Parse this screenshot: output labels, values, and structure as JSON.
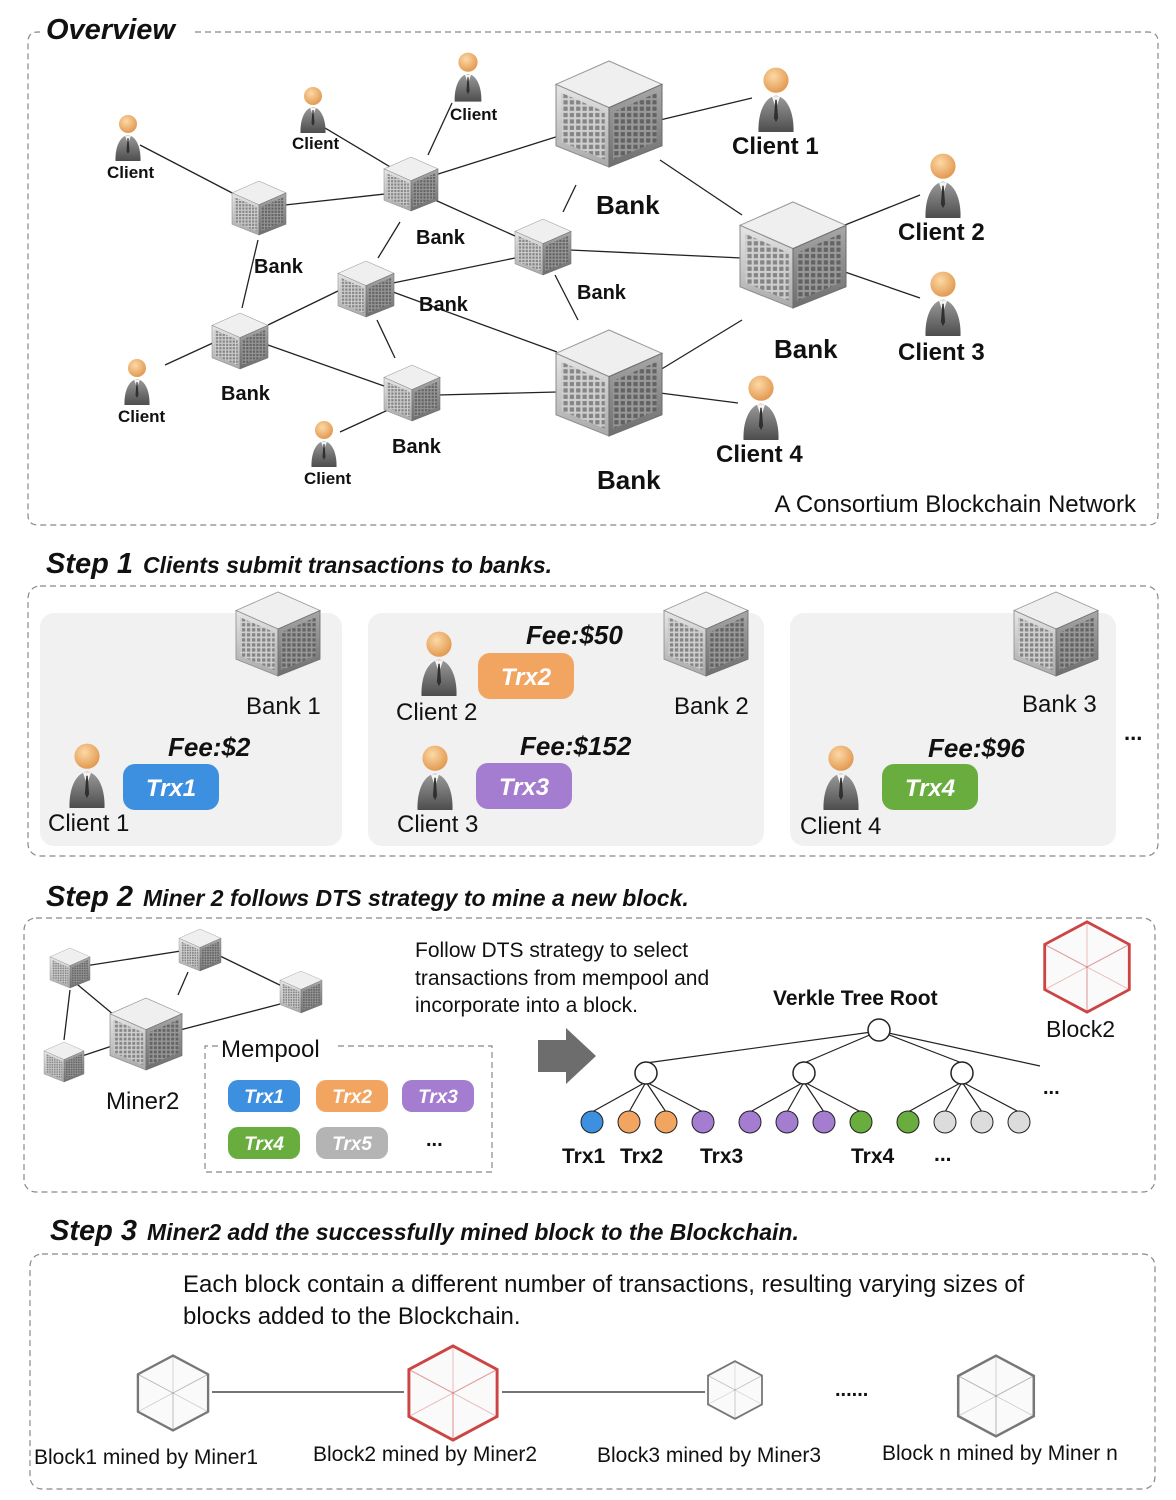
{
  "overview": {
    "title": "Overview",
    "caption": "A Consortium Blockchain Network",
    "bank_label": "Bank",
    "client_label": "Client",
    "client_names": [
      "Client 1",
      "Client 2",
      "Client 3",
      "Client 4"
    ]
  },
  "step1": {
    "step": "Step 1",
    "desc": "Clients submit transactions to banks.",
    "banks": [
      "Bank 1",
      "Bank 2",
      "Bank 3"
    ],
    "clients": [
      "Client 1",
      "Client 2",
      "Client 3",
      "Client 4"
    ],
    "trx": [
      "Trx1",
      "Trx2",
      "Trx3",
      "Trx4"
    ],
    "fees": [
      "Fee:$2",
      "Fee:$50",
      "Fee:$152",
      "Fee:$96"
    ],
    "more": "..."
  },
  "step2": {
    "step": "Step 2",
    "desc": "Miner 2 follows DTS strategy to mine a new block.",
    "miner": "Miner2",
    "mempool_title": "Mempool",
    "mempool_items": [
      "Trx1",
      "Trx2",
      "Trx3",
      "Trx4",
      "Trx5"
    ],
    "more": "...",
    "instruction_lines": [
      "Follow DTS strategy to select",
      "transactions from mempool and",
      "incorporate into a block."
    ],
    "tree_root": "Verkle Tree Root",
    "block_label": "Block2",
    "leaf_labels": [
      "Trx1",
      "Trx2",
      "Trx3",
      "Trx4",
      "..."
    ]
  },
  "step3": {
    "step": "Step 3",
    "desc": "Miner2 add the successfully mined block to the Blockchain.",
    "text_lines": [
      "Each block contain a different number of transactions, resulting varying sizes of",
      "blocks added to the Blockchain."
    ],
    "blocks": [
      "Block1 mined by Miner1",
      "Block2 mined by Miner2",
      "Block3 mined by Miner3",
      "Block n mined by Miner n"
    ],
    "ellipsis": "......"
  },
  "colors": {
    "trx1": "#3d8fe0",
    "trx2": "#f2a561",
    "trx3": "#a47cd0",
    "trx4": "#6aad3f",
    "trx5": "#b4b4b4",
    "block_red": "#cc4444",
    "block_gray": "#777777"
  },
  "icons": [
    "building-icon",
    "person-icon",
    "cube-icon",
    "arrow-icon"
  ]
}
